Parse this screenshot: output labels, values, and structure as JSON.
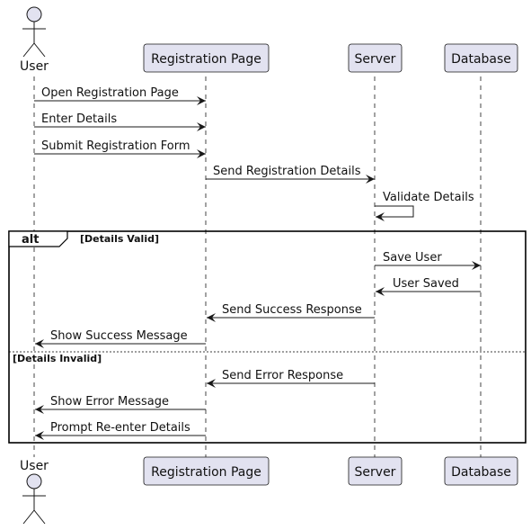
{
  "participants": {
    "user": "User",
    "registration_page": "Registration Page",
    "server": "Server",
    "database": "Database"
  },
  "messages": [
    {
      "from": "user",
      "to": "registration_page",
      "label": "Open Registration Page"
    },
    {
      "from": "user",
      "to": "registration_page",
      "label": "Enter Details"
    },
    {
      "from": "user",
      "to": "registration_page",
      "label": "Submit Registration Form"
    },
    {
      "from": "registration_page",
      "to": "server",
      "label": "Send Registration Details"
    },
    {
      "from": "server",
      "to": "server",
      "label": "Validate Details"
    },
    {
      "from": "server",
      "to": "database",
      "label": "Save User"
    },
    {
      "from": "database",
      "to": "server",
      "label": "User Saved"
    },
    {
      "from": "server",
      "to": "registration_page",
      "label": "Send Success Response"
    },
    {
      "from": "registration_page",
      "to": "user",
      "label": "Show Success Message"
    },
    {
      "from": "server",
      "to": "registration_page",
      "label": "Send Error Response"
    },
    {
      "from": "registration_page",
      "to": "user",
      "label": "Show Error Message"
    },
    {
      "from": "registration_page",
      "to": "user",
      "label": "Prompt Re-enter Details"
    }
  ],
  "alt_fragment": {
    "keyword": "alt",
    "guard_1": "[Details Valid]",
    "guard_2": "[Details Invalid]"
  },
  "colors": {
    "participant_fill": "#e2e2f0",
    "participant_stroke": "#181818",
    "lifeline": "#181818",
    "arrow": "#181818"
  }
}
